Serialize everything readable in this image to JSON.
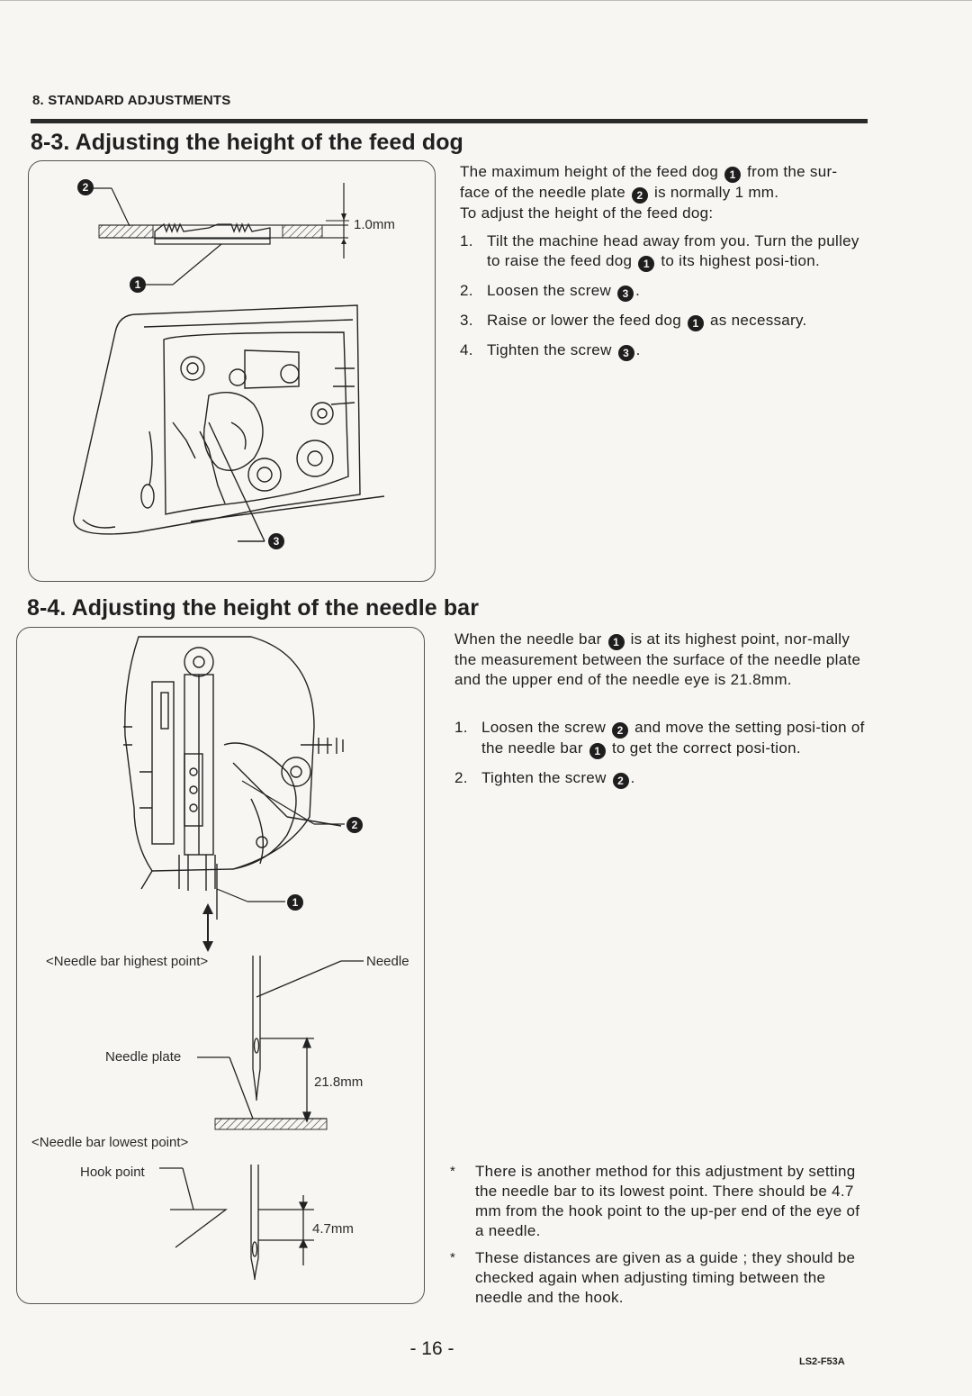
{
  "header": {
    "chapter": "8. STANDARD ADJUSTMENTS"
  },
  "section_83": {
    "title": "8-3. Adjusting the height of the feed dog",
    "intro_1": [
      "The maximum height of the feed dog ",
      "1",
      " from the sur-"
    ],
    "intro_2": [
      "face of the needle plate ",
      "2",
      " is normally 1 mm."
    ],
    "intro_3": "To adjust the height of the feed dog:",
    "steps": [
      {
        "num": "1.",
        "parts": [
          "Tilt the machine head away from you. Turn the pulley to raise the feed dog ",
          "1",
          " to its highest posi-tion."
        ]
      },
      {
        "num": "2.",
        "parts": [
          "Loosen the screw ",
          "3",
          "."
        ]
      },
      {
        "num": "3.",
        "parts": [
          "Raise or lower the feed dog ",
          "1",
          " as necessary."
        ]
      },
      {
        "num": "4.",
        "parts": [
          "Tighten the screw ",
          "3",
          "."
        ]
      }
    ],
    "figure": {
      "dimension": "1.0mm",
      "callouts": [
        "1",
        "2",
        "3"
      ]
    }
  },
  "section_84": {
    "title": "8-4. Adjusting the height of the needle bar",
    "intro": [
      "When the needle bar ",
      "1",
      " is at its highest point, nor-mally the measurement between the surface of the needle plate and the upper end of the needle eye is 21.8mm."
    ],
    "steps": [
      {
        "num": "1.",
        "parts": [
          "Loosen the screw ",
          "2",
          " and move the setting posi-tion of the needle bar ",
          "1",
          " to get the correct posi-tion."
        ]
      },
      {
        "num": "2.",
        "parts": [
          "Tighten the screw ",
          "2",
          "."
        ]
      }
    ],
    "notes": [
      {
        "mark": "*",
        "text": "There is another method for this adjustment by setting the needle bar to its lowest point. There should be 4.7 mm from the hook point to the up-per end of the eye of a needle."
      },
      {
        "mark": "*",
        "text": "These distances are given as a guide ; they should be checked again when adjusting timing between the needle and the hook."
      }
    ],
    "figure": {
      "label_highest": "<Needle bar highest point>",
      "label_needle": "Needle",
      "label_needle_plate": "Needle plate",
      "dim_upper": "21.8mm",
      "label_lowest": "<Needle bar lowest point>",
      "label_hook_point": "Hook point",
      "dim_lower": "4.7mm",
      "callouts": [
        "1",
        "2"
      ]
    }
  },
  "footer": {
    "page_number": "- 16 -",
    "doc_code": "LS2-F53A"
  }
}
